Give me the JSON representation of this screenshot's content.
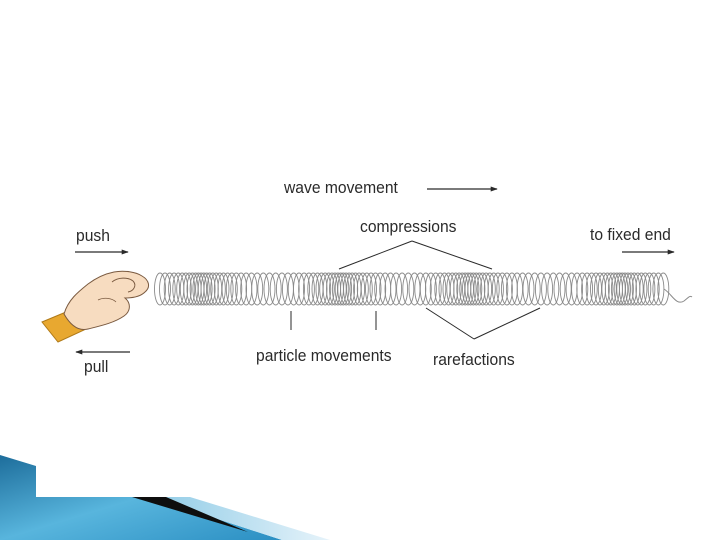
{
  "diagram": {
    "labels": {
      "wave_movement": "wave movement",
      "compressions": "compressions",
      "push": "push",
      "to_fixed_end": "to fixed end",
      "pull": "pull",
      "particle_movements": "particle movements",
      "rarefactions": "rarefactions"
    }
  },
  "colors": {
    "text": "#2a2a2a",
    "spring": "#8a8a8a",
    "sleeve": "#e8a830",
    "skin": "#f7dcc0",
    "accent_blue": "#2b8fc3",
    "accent_dark": "#0e0e0e"
  },
  "icons": [
    "hand-icon",
    "right-arrow-icon",
    "left-arrow-icon",
    "slinky-spring"
  ]
}
